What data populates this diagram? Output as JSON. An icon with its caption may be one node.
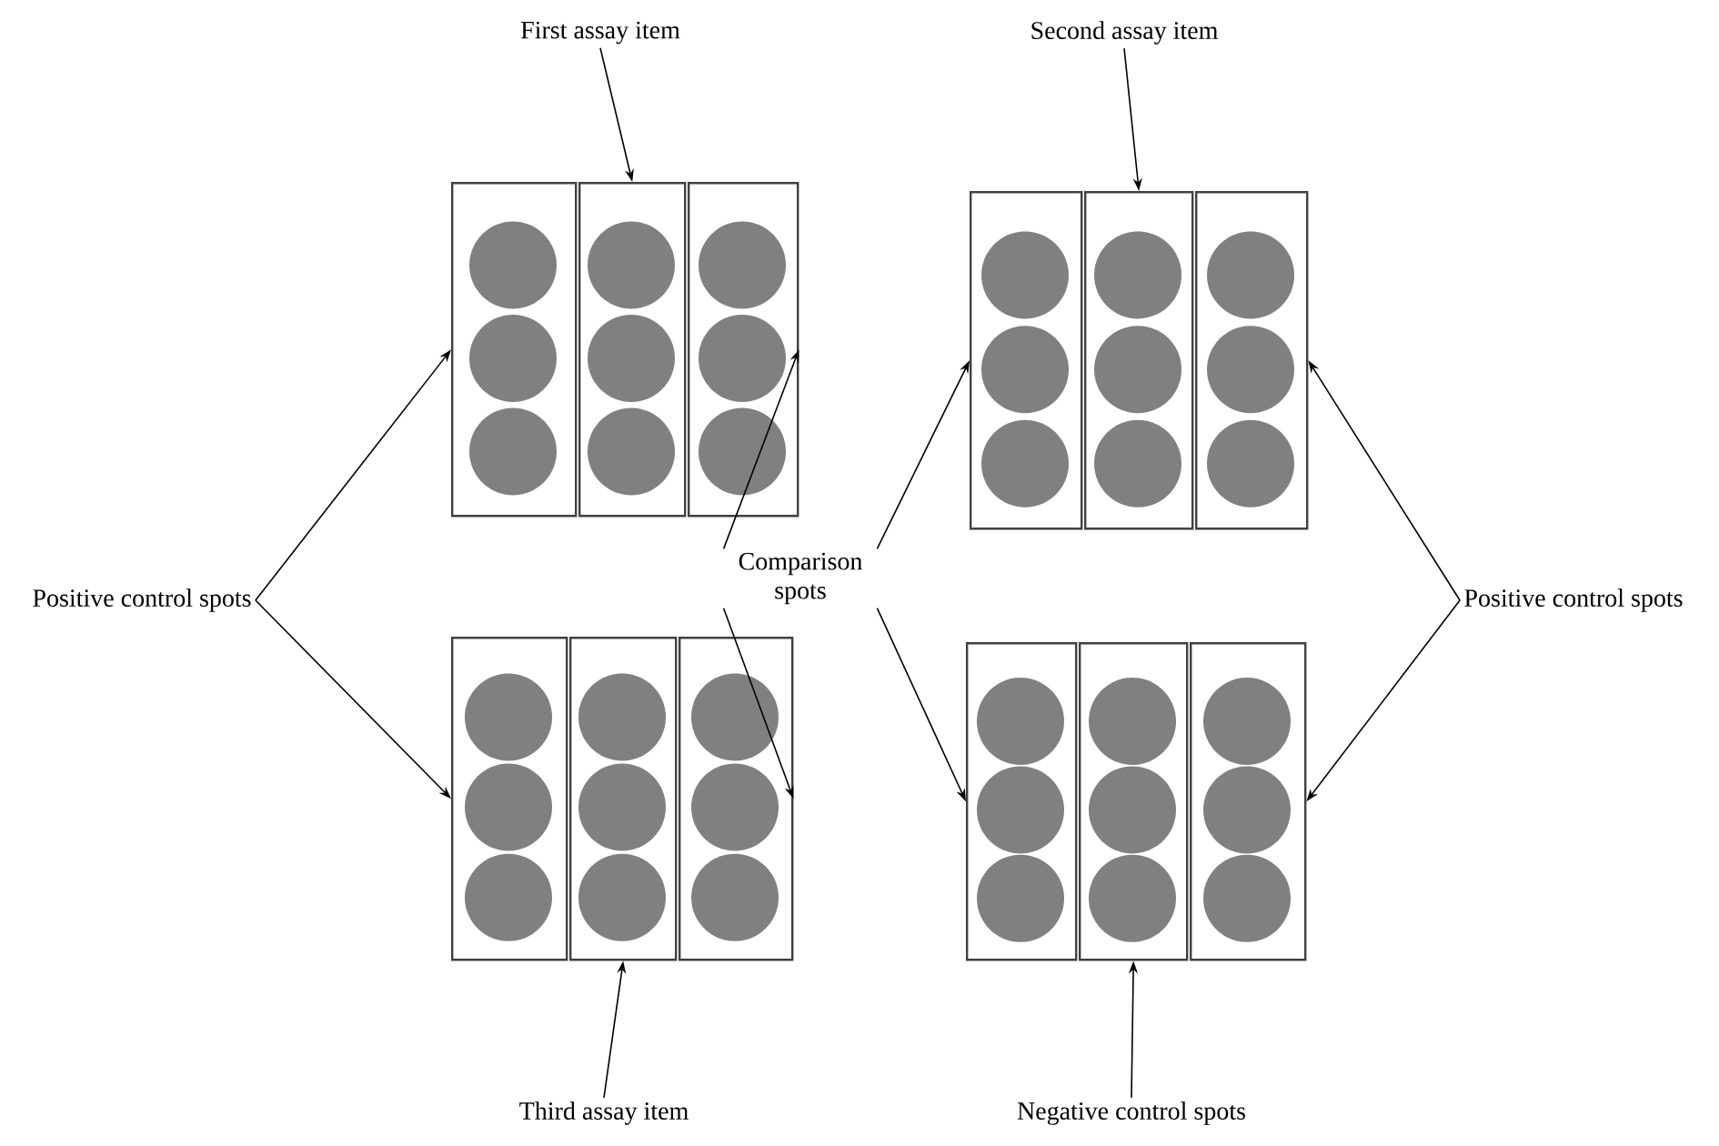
{
  "diagram": {
    "nodes": [
      {
        "text": [
          "First assay item"
        ]
      },
      {
        "text": [
          "Second assay item"
        ]
      },
      {
        "text": [],
        "shape": "box"
      },
      {
        "text": [],
        "shape": "box"
      },
      {
        "text": [],
        "shape": "box"
      },
      {
        "text": [],
        "shape": "box"
      },
      {
        "text": [],
        "shape": "box"
      },
      {
        "text": [],
        "shape": "box"
      },
      {
        "text": [
          "Positive control spots"
        ]
      },
      {
        "text": [
          "Comparison spots"
        ]
      },
      {
        "text": [
          "Positive control spots"
        ]
      },
      {
        "text": [],
        "shape": "box"
      },
      {
        "text": [],
        "shape": "box"
      },
      {
        "text": [],
        "shape": "box"
      },
      {
        "text": [],
        "shape": "box"
      },
      {
        "text": [],
        "shape": "box"
      },
      {
        "text": [],
        "shape": "box"
      },
      {
        "text": [
          "Third assay item"
        ]
      },
      {
        "text": [
          "Negative control spots"
        ]
      }
    ],
    "edges": [
      {
        "from": 0,
        "to": 3,
        "arrow": "to"
      },
      {
        "from": 1,
        "to": 6,
        "arrow": "to"
      },
      {
        "from": 8,
        "to": 2,
        "arrow": "to"
      },
      {
        "from": 8,
        "to": 11,
        "arrow": "to"
      },
      {
        "from": 9,
        "to": 4,
        "arrow": "to"
      },
      {
        "from": 9,
        "to": 5,
        "arrow": "to"
      },
      {
        "from": 9,
        "to": 13,
        "arrow": "to"
      },
      {
        "from": 9,
        "to": 14,
        "arrow": "to"
      },
      {
        "from": 10,
        "to": 7,
        "arrow": "to"
      },
      {
        "from": 10,
        "to": 16,
        "arrow": "to"
      },
      {
        "from": 17,
        "to": 12,
        "arrow": "to"
      },
      {
        "from": 18,
        "to": 15,
        "arrow": "to"
      }
    ]
  }
}
